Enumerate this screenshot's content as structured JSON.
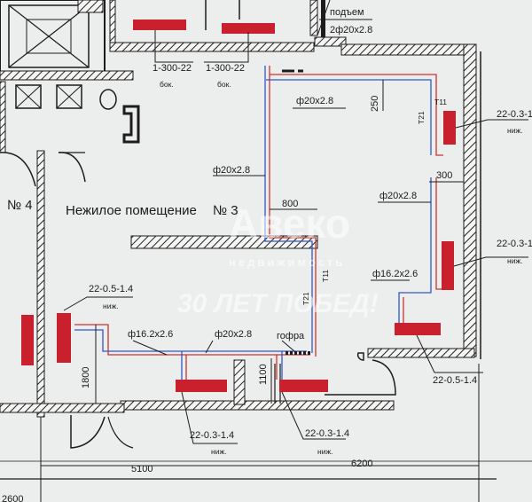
{
  "room_title": "Нежилое помещение",
  "room_number": "№ 3",
  "neighbor_room": "№ 4",
  "watermark": {
    "brand": "Авеко",
    "sub": "недвижимость",
    "tagline": "30 ЛЕТ ПОБЕД!"
  },
  "riser": {
    "label": "подъем",
    "size": "2ф20х2.8"
  },
  "radiators": {
    "top_left": {
      "model": "1-300-22",
      "note": "бок."
    },
    "top_right": {
      "model": "1-300-22",
      "note": "бок."
    },
    "right_upper": {
      "model": "22-0.3-1.",
      "note": "ниж."
    },
    "right_lower": {
      "model": "22-0.3-1.",
      "note": "ниж."
    },
    "left_wall": {
      "model": "22-0.5-1.4",
      "note": "ниж."
    },
    "right_bottom": {
      "model": "22-0.5-1.4"
    },
    "bottom_left": {
      "model": "22-0.3-1.4",
      "note": "ниж."
    },
    "bottom_right": {
      "model": "22-0.3-1.4",
      "note": "ниж."
    }
  },
  "pipes": {
    "top_run": "ф20х2.8",
    "left_vertical": "ф20х2.8",
    "right_vertical": "ф20х2.8",
    "right_branch": "ф16.2х2.6",
    "bottom_left_branch": "ф16.2х2.6",
    "bottom_main": "ф20х2.8",
    "corrugation": "гофра"
  },
  "pipe_tags": {
    "t11_a": "Т11",
    "t21_a": "Т21",
    "t11_b": "Т11",
    "t21_b": "Т21"
  },
  "dimensions": {
    "d250": "250",
    "d300": "300",
    "d800": "800",
    "d1800": "1800",
    "d1100": "1100",
    "d5100": "5100",
    "d6200": "6200",
    "d2600": "2600"
  },
  "colors": {
    "radiator": "#c9202e",
    "supply_pipe": "#d0322e",
    "return_pipe": "#2f58c9",
    "linework": "#1c1c1c"
  }
}
